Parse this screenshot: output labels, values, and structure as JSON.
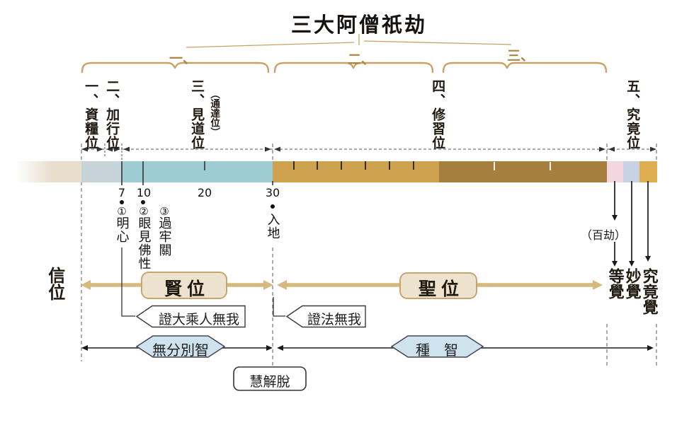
{
  "title": "三大阿僧祇劫",
  "kalpa_braces": [
    {
      "label": "一、"
    },
    {
      "label": "二、"
    },
    {
      "label": "三、"
    }
  ],
  "stages": [
    {
      "label": "一、資糧位"
    },
    {
      "label": "二、加行位"
    },
    {
      "label": "三、見道位",
      "sub": "（通達位）"
    },
    {
      "label": "四、修習位"
    },
    {
      "label": "五、究竟位"
    }
  ],
  "timeline": {
    "ticks": [
      "7",
      "10",
      "20",
      "30"
    ],
    "markers": [
      {
        "badge": "①",
        "label": "明心"
      },
      {
        "badge": "②",
        "label": "眼見佛性"
      },
      {
        "badge": "③",
        "label": "過牢關"
      },
      {
        "label": "入地"
      }
    ],
    "hundred_kalpa": "（百劫）",
    "final_stages": [
      "等覺",
      "妙覺",
      "究竟覺"
    ]
  },
  "bands": {
    "faith": "信位",
    "sage": "賢位",
    "holy": "聖位"
  },
  "callouts": {
    "human_no_self": "證大乘人無我",
    "dharma_no_self": "證法無我"
  },
  "wisdom": {
    "non_discriminating": "無分別智",
    "seed": "種　智",
    "liberation": "慧解脫"
  },
  "colors": {
    "accent_tan": "#c9a263",
    "arrow_tan": "#d6b97f",
    "bar_beige": "#e7decd",
    "bar_prep": "#c6d3d8",
    "bar_teal": "#9dccd2",
    "bar_gold_light": "#cda14d",
    "bar_gold_dark": "#a67f3e",
    "bar_pink": "#f2d7df",
    "bar_lavender": "#c9d2e5",
    "bar_gold_end": "#dfae51",
    "box_fill": "#ece2cd",
    "box_border": "#c5a671",
    "hex_fill": "#cfe3ee"
  }
}
